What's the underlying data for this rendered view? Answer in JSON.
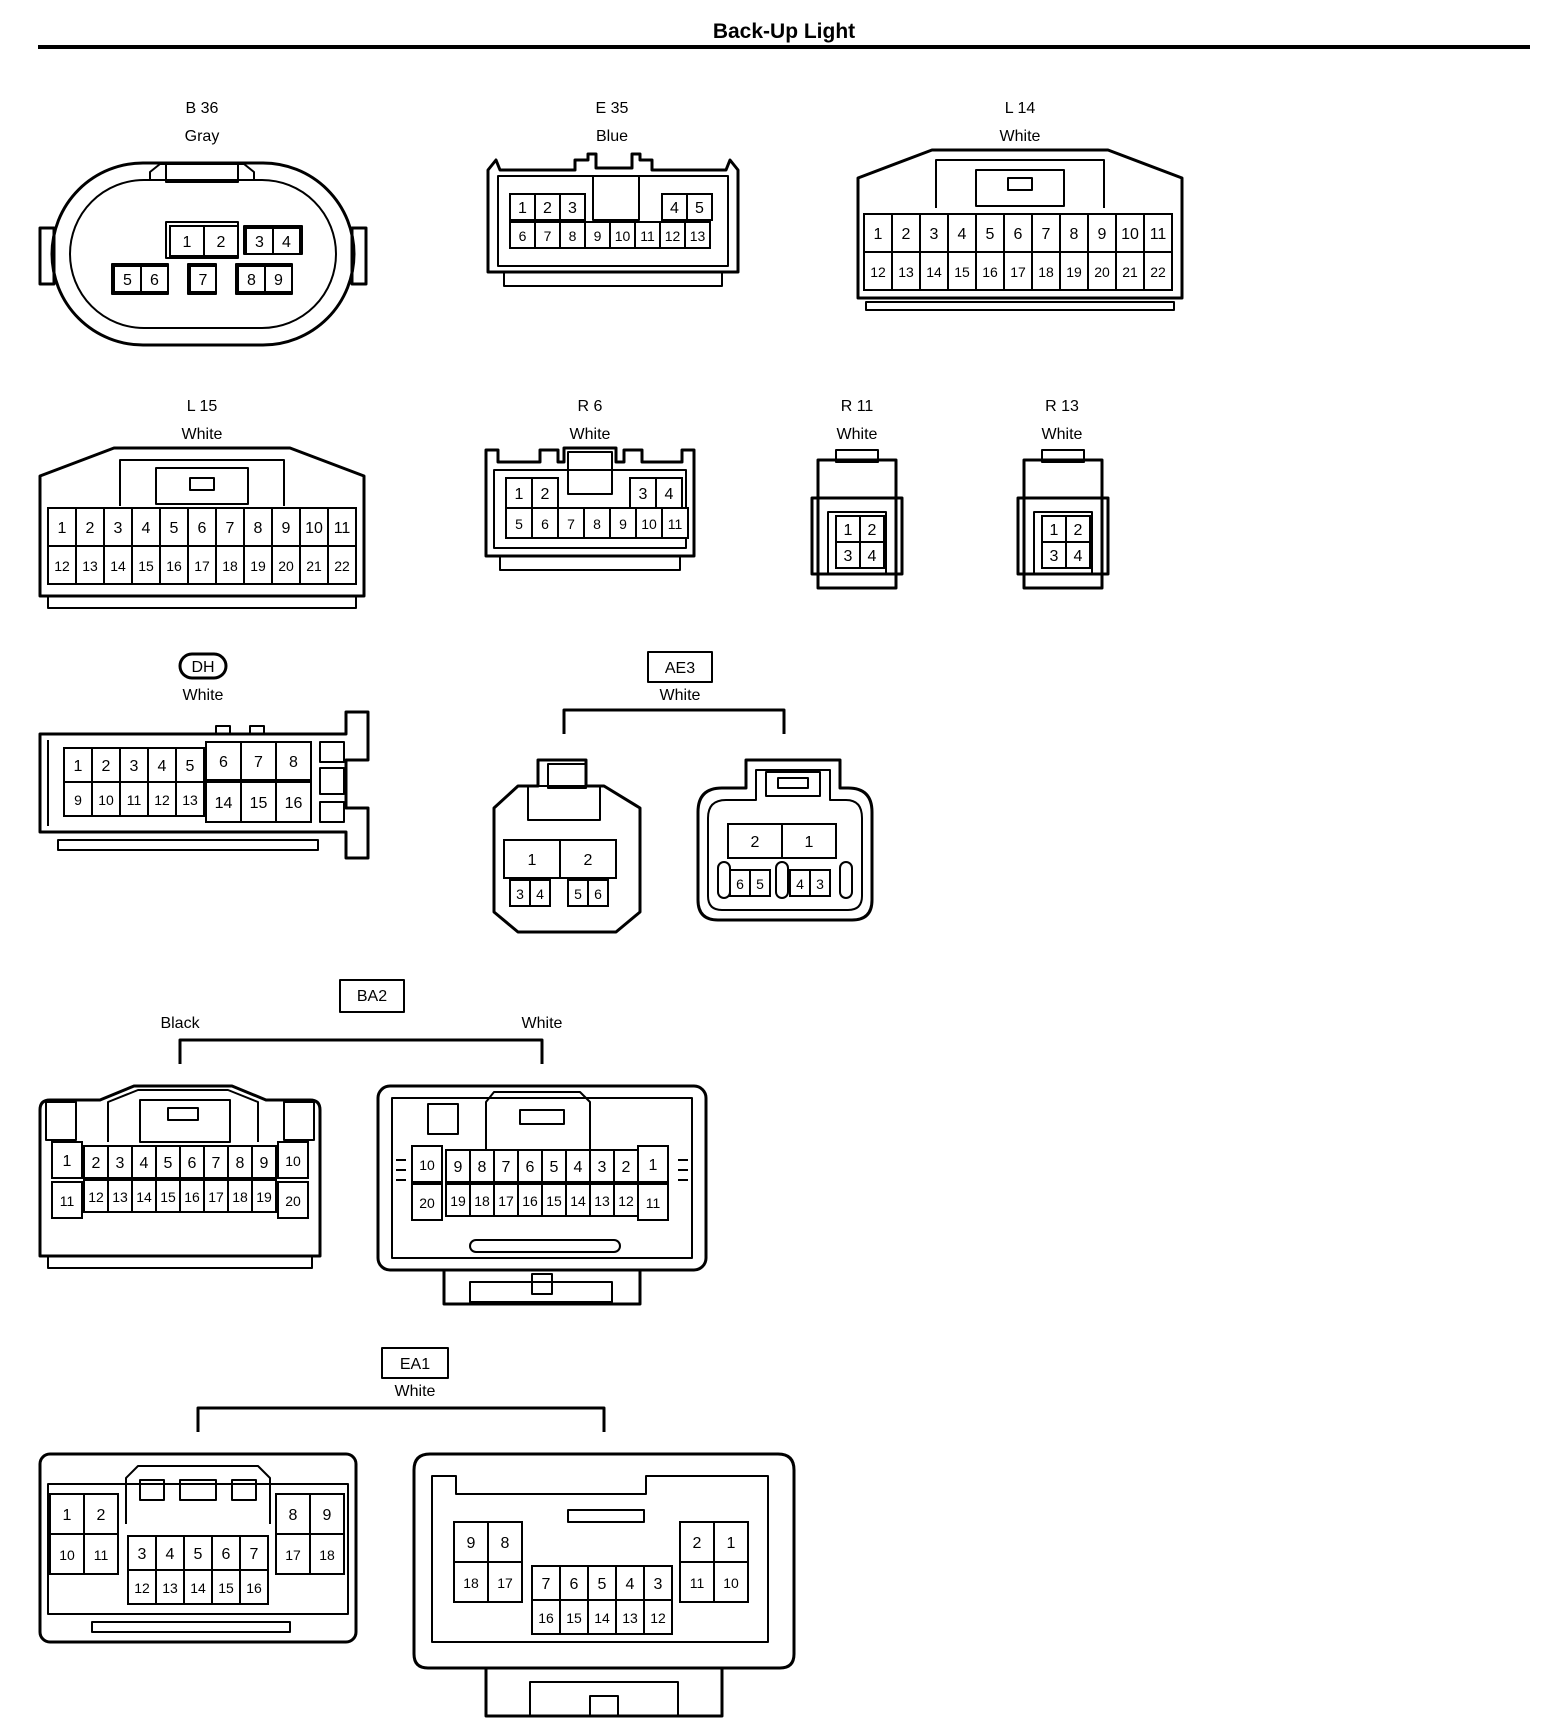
{
  "title": "Back-Up Light",
  "connectors": [
    {
      "id": "b36",
      "code": "B 36",
      "color": "Gray"
    },
    {
      "id": "e35",
      "code": "E 35",
      "color": "Blue"
    },
    {
      "id": "l14",
      "code": "L 14",
      "color": "White"
    },
    {
      "id": "l15",
      "code": "L 15",
      "color": "White"
    },
    {
      "id": "r6",
      "code": "R 6",
      "color": "White"
    },
    {
      "id": "r11",
      "code": "R 11",
      "color": "White"
    },
    {
      "id": "r13",
      "code": "R 13",
      "color": "White"
    },
    {
      "id": "dh",
      "code": "DH",
      "color": "White",
      "code_frame": "rounded"
    },
    {
      "id": "ae3",
      "code": "AE3",
      "color": "White",
      "code_frame": "box"
    },
    {
      "id": "ba2",
      "code": "BA2",
      "color_left": "Black",
      "color_right": "White",
      "code_frame": "box"
    },
    {
      "id": "ea1",
      "code": "EA1",
      "color": "White",
      "code_frame": "box"
    }
  ]
}
